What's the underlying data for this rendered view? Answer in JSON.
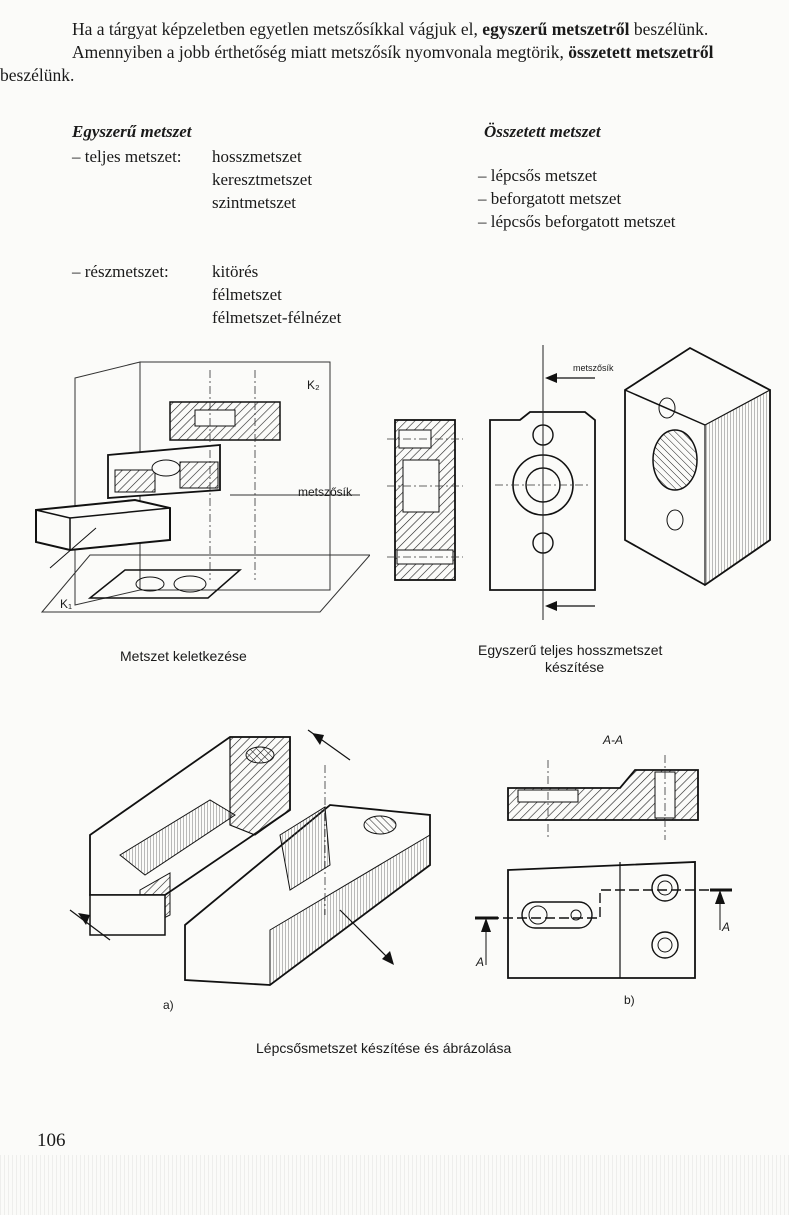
{
  "intro": {
    "p1_a": "Ha a tárgyat képzeletben egyetlen metszősíkkal vágjuk el, ",
    "p1_b": "egyszerű metszetről",
    "p1_c": " beszélünk.",
    "p2_a": "Amennyiben a jobb érthetőség miatt metszősík nyomvonala megtörik, ",
    "p2_b": "összetett metszetről",
    "p3": "beszélünk."
  },
  "left_col": {
    "heading": "Egyszerű metszet",
    "teljes_label": "– teljes metszet:",
    "teljes_items": [
      "hosszmetszet",
      "keresztmetszet",
      "szintmetszet"
    ],
    "resz_label": "– részmetszet:",
    "resz_items": [
      "kitörés",
      "félmetszet",
      "félmetszet-félnézet"
    ]
  },
  "right_col": {
    "heading": "Összetett metszet",
    "items": [
      "– lépcsős metszet",
      "– beforgatott metszet",
      "– lépcsős beforgatott metszet"
    ]
  },
  "figures": {
    "fig1_caption": "Metszet keletkezése",
    "fig2_caption_line1": "Egyszerű teljes hosszmetszet",
    "fig2_caption_line2": "készítése",
    "fig3_caption": "Lépcsősmetszet készítése és ábrázolása",
    "label_k2": "K₂",
    "label_k1": "K₁",
    "label_metszosik": "metszősík",
    "label_metszosik2": "metszősík",
    "label_aa": "A-A",
    "label_a1": "A",
    "label_a2": "A",
    "label_sub_a": "a)",
    "label_sub_b": "b)"
  },
  "page_number": "106"
}
